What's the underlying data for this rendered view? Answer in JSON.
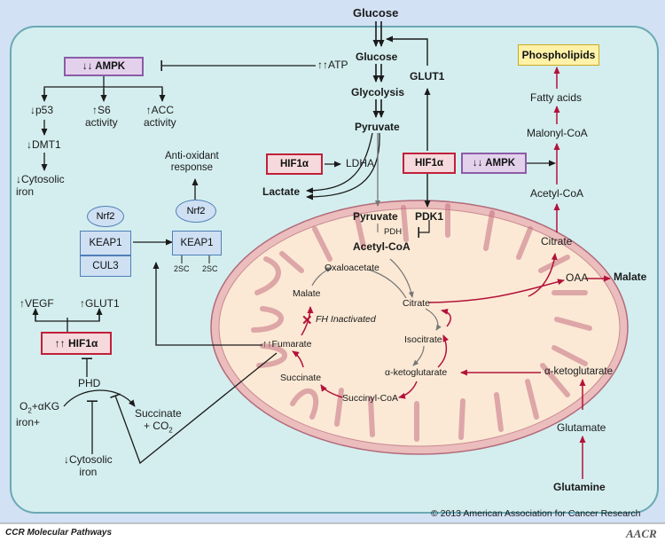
{
  "labels": {
    "glucose_top": "Glucose",
    "glucose": "Glucose",
    "glycolysis": "Glycolysis",
    "pyruvate": "Pyruvate",
    "glut1": "GLUT1",
    "atp": "↑↑ATP",
    "ampk_top": "↓↓ AMPK",
    "p53": "↓p53",
    "s6": "↑S6\nactivity",
    "acc": "↑ACC\nactivity",
    "dmt1": "↓DMT1",
    "cytosolic_iron_top": "↓Cytosolic\niron",
    "hif_ldha": "HIF1α",
    "ldha": "LDHA",
    "lactate": "Lactate",
    "hif_pdk": "HIF1α",
    "antioxidant": "Anti-oxidant\nresponse",
    "nrf2_left": "Nrf2",
    "nrf2_right": "Nrf2",
    "keap1_left": "KEAP1",
    "cul3": "CUL3",
    "keap1_right": "KEAP1",
    "twosc_a": "2SC",
    "twosc_b": "2SC",
    "vegf": "↑VEGF",
    "glut1_up": "↑GLUT1",
    "hif_main": "↑↑ HIF1α",
    "phd": "PHD",
    "o2_a": "O",
    "o2_sub": "2",
    "o2_b": "+αKG",
    "iron_plus": "iron+",
    "succinate_co2_a": "Succinate",
    "succinate_co2_b": "+ CO",
    "co2_sub": "2",
    "cytosolic_iron_bottom": "↓Cytosolic\niron",
    "mito_pyruvate": "Pyruvate",
    "pdk1": "PDK1",
    "pdh": "PDH",
    "acetyl_coa_mito": "Acetyl-CoA",
    "oxaloacetate": "Oxaloacetate",
    "malate_mito": "Malate",
    "citrate_mito": "Citrate",
    "fh_inactivated": "FH Inactivated",
    "fumarate": "↑↑Fumarate",
    "isocitrate": "Isocitrate",
    "akg_mito": "α-ketoglutarate",
    "succinate_mito": "Succinate",
    "succinyl_coa": "Succinyl-CoA",
    "phospholipids": "Phospholipids",
    "fatty_acids": "Fatty acids",
    "malonyl_coa": "Malonyl-CoA",
    "ampk_right": "↓↓ AMPK",
    "acetyl_coa_cyto": "Acetyl-CoA",
    "citrate_cyto": "Citrate",
    "oaa": "OAA",
    "malate_cyto": "Malate",
    "akg_cyto": "α-ketoglutarate",
    "glutamate": "Glutamate",
    "glutamine": "Glutamine",
    "copyright": "© 2013 American Association for Cancer Research",
    "footer_left": "CCR Molecular Pathways",
    "footer_logo": "AACR"
  },
  "colors": {
    "extracellular": "#d2e1f4",
    "cell_fill": "#d4eeef",
    "cell_border": "#6aa9b3",
    "mito_outer": "#e7b7b7",
    "mito_fill": "#fbe9d5",
    "mito_border": "#b26a7a",
    "arrow_black": "#1a1a1a",
    "arrow_red": "#b3123a",
    "arrow_gray": "#777777"
  }
}
